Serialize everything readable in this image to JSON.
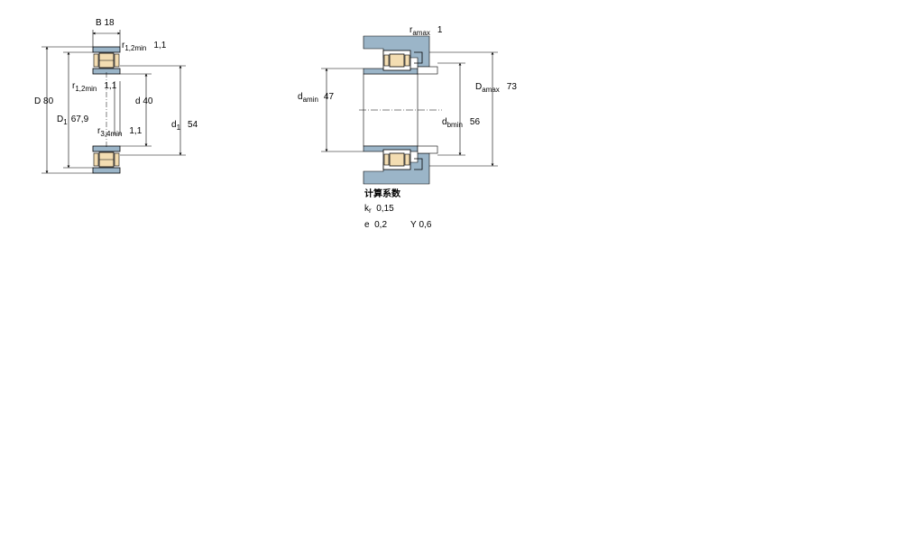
{
  "left_diagram": {
    "B": {
      "symbol": "B",
      "value": "18"
    },
    "r12_top": {
      "symbol": "r",
      "sub": "1,2min",
      "value": "1,1"
    },
    "D": {
      "symbol": "D",
      "value": "80"
    },
    "r12_mid": {
      "symbol": "r",
      "sub": "1,2min",
      "value": "1,1"
    },
    "d": {
      "symbol": "d",
      "value": "40"
    },
    "D1": {
      "symbol": "D",
      "sub": "1",
      "value": "67,9"
    },
    "d1": {
      "symbol": "d",
      "sub": "1",
      "value": "54"
    },
    "r34": {
      "symbol": "r",
      "sub": "3,4min",
      "value": "1,1"
    }
  },
  "right_diagram": {
    "ra": {
      "symbol": "r",
      "sub": "amax",
      "value": "1"
    },
    "da": {
      "symbol": "d",
      "sub": "amin",
      "value": "47"
    },
    "Da": {
      "symbol": "D",
      "sub": "amax",
      "value": "73"
    },
    "db": {
      "symbol": "d",
      "sub": "bmin",
      "value": "56"
    }
  },
  "calc": {
    "title": "计算系数",
    "kr_symbol": "k",
    "kr_sub": "r",
    "kr_value": "0,15",
    "e_symbol": "e",
    "e_value": "0,2",
    "Y_symbol": "Y",
    "Y_value": "0,6"
  },
  "colors": {
    "housing": "#9bb5c8",
    "cage": "#f3ddb2",
    "line": "#000000"
  }
}
